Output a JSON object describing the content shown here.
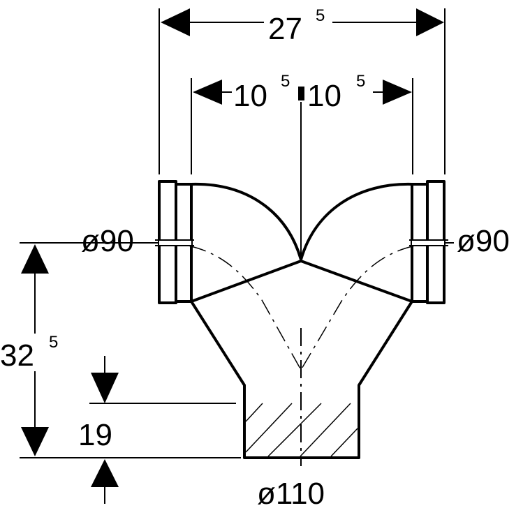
{
  "dimensions": {
    "overall_width": {
      "main": "27",
      "sup": "5"
    },
    "half_width_left": {
      "main": "10",
      "sup": "5"
    },
    "half_width_right": {
      "main": "10",
      "sup": "5"
    },
    "height": {
      "main": "32",
      "sup": "5"
    },
    "socket_depth": "19"
  },
  "diameters": {
    "left_inlet": "ø90",
    "right_inlet": "ø90",
    "outlet": "ø110"
  },
  "colors": {
    "line": "#000000",
    "background": "#ffffff"
  }
}
